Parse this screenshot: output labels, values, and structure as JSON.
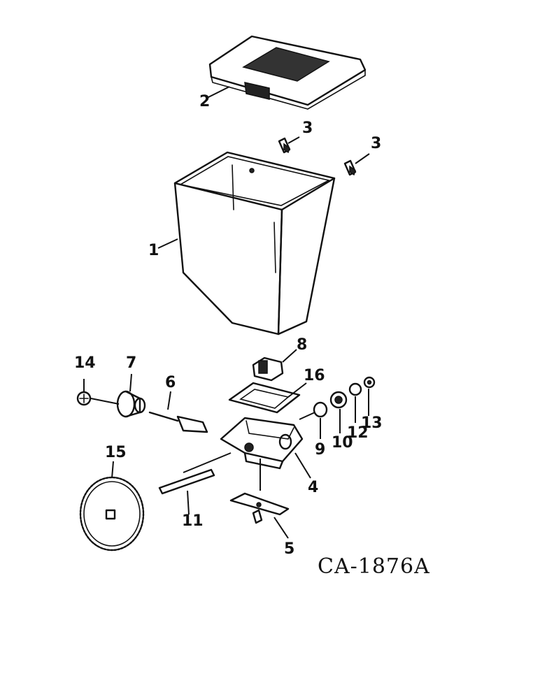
{
  "drawing_code": "CA-1876A",
  "callouts": {
    "lid": "2",
    "clip_a": "3",
    "clip_b": "3",
    "hopper": "1",
    "part_8": "8",
    "part_16": "16",
    "part_14": "14",
    "part_7": "7",
    "part_6": "6",
    "part_9": "9",
    "part_10": "10",
    "part_12": "12",
    "part_13": "13",
    "part_4": "4",
    "part_15": "15",
    "part_11": "11",
    "part_5": "5"
  }
}
